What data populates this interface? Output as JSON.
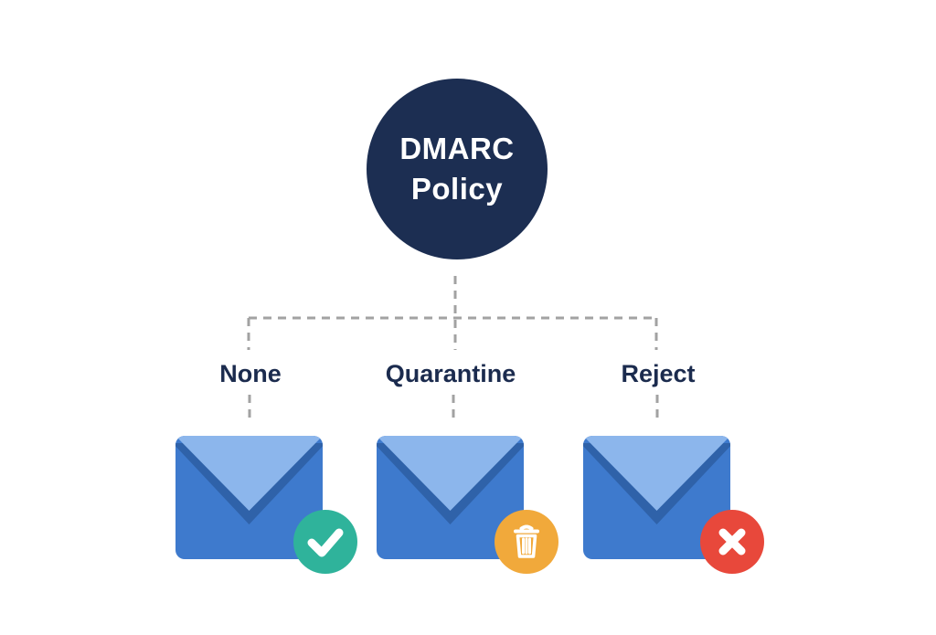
{
  "diagram": {
    "type": "tree",
    "root": {
      "label_line1": "DMARC",
      "label_line2": "Policy",
      "full_label": "DMARC Policy"
    },
    "branches": [
      {
        "label": "None",
        "badge_icon": "check-icon",
        "badge_color": "#2FB39B",
        "meaning": "delivered"
      },
      {
        "label": "Quarantine",
        "badge_icon": "trash-icon",
        "badge_color": "#F1A93B",
        "meaning": "quarantined"
      },
      {
        "label": "Reject",
        "badge_icon": "x-icon",
        "badge_color": "#E8483B",
        "meaning": "rejected"
      }
    ]
  },
  "colors": {
    "background": "#FFFFFF",
    "root_circle": "#1C2E52",
    "root_text": "#FFFFFF",
    "label_text": "#1B2B4E",
    "connector": "#A2A2A2",
    "envelope_body": "#3E7ACD",
    "envelope_flap": "#8CB6EC",
    "envelope_shadow": "#2F62A9",
    "badge_icon": "#FFFFFF"
  }
}
